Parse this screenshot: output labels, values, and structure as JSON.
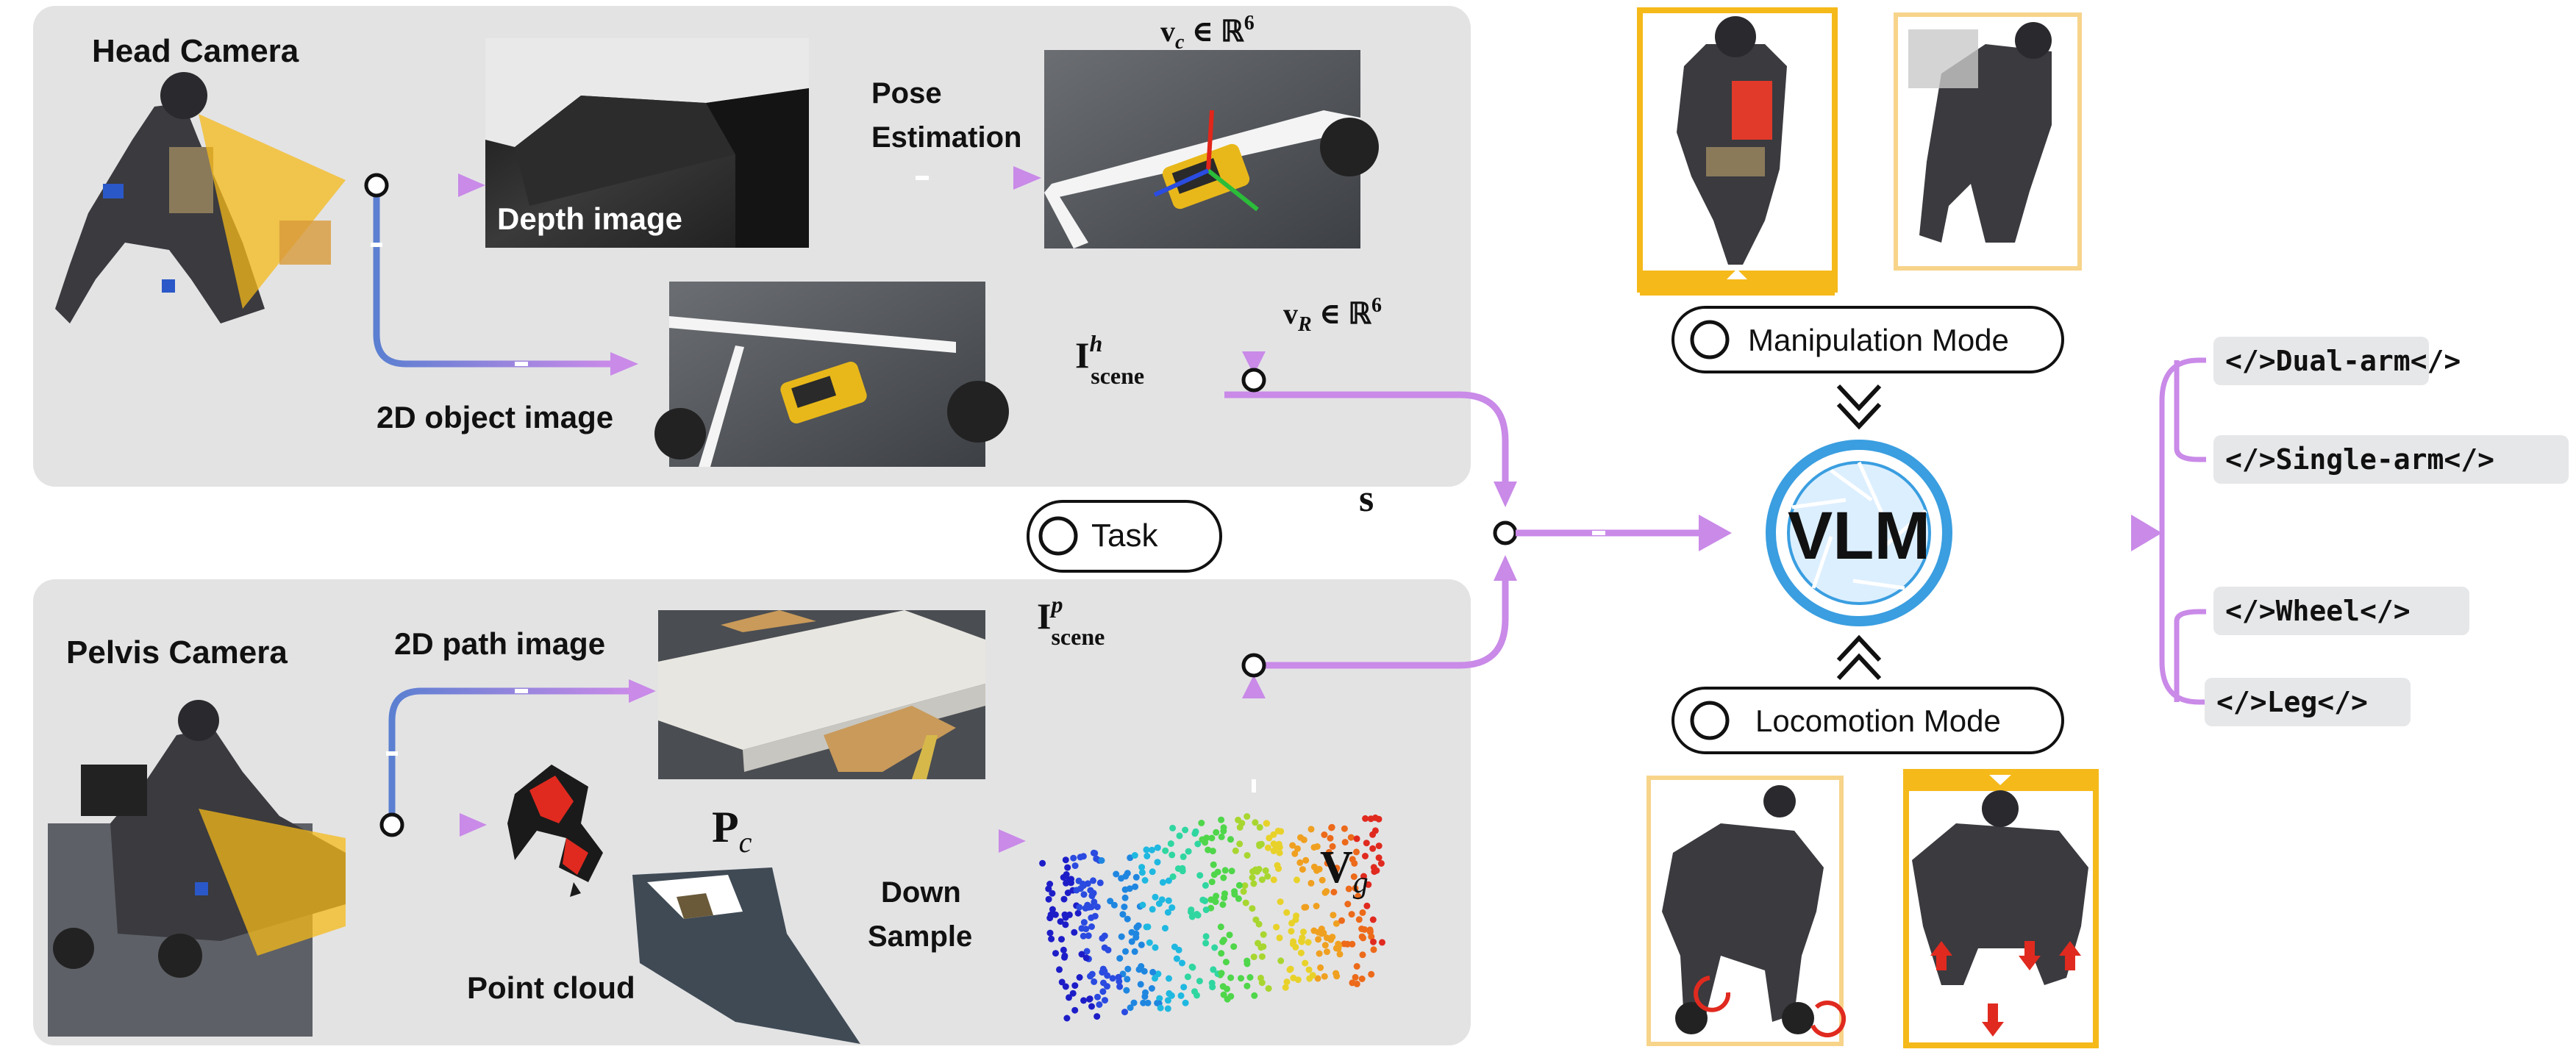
{
  "head_section": {
    "title": "Head Camera",
    "depth_image_label": "Depth image",
    "pose_estimation_line1": "Pose",
    "pose_estimation_line2": "Estimation",
    "object_image_label": "2D object image",
    "vc_base": "v",
    "vc_sub": "c",
    "vc_rest": " ∈ ℝ",
    "vc_exp": "6",
    "vr_base": "v",
    "vr_sub": "R",
    "vr_rest": " ∈ ℝ",
    "vr_exp": "6",
    "iscene_base": "I",
    "iscene_sup": "h",
    "iscene_sub": "scene"
  },
  "task": {
    "label": "Task",
    "symbol": "s"
  },
  "pelvis_section": {
    "title": "Pelvis Camera",
    "path_image_label": "2D path image",
    "point_cloud_label": "Point cloud",
    "pc_base": "P",
    "pc_sub": "c",
    "downsample_line1": "Down",
    "downsample_line2": "Sample",
    "vg_base": "V",
    "vg_sub": "g",
    "iscene_base": "I",
    "iscene_sup": "p",
    "iscene_sub": "scene"
  },
  "vlm": {
    "label": "VLM"
  },
  "modes": {
    "manipulation": "Manipulation Mode",
    "locomotion": "Locomotion Mode"
  },
  "outputs": {
    "dual_arm": "</>Dual-arm</>",
    "single_arm": "</>Single-arm</>",
    "wheel": "</>Wheel</>",
    "leg": "</>Leg</>"
  },
  "colors": {
    "panel_bg": "#e3e3e4",
    "blue_arrow": "#5b7fd1",
    "purple_arrow": "#c98ae8",
    "vlm_blue": "#3a9ee0",
    "highlight_orange": "#f5b91a",
    "light_orange": "#f7d48a",
    "code_bg": "#e6e7e9"
  }
}
